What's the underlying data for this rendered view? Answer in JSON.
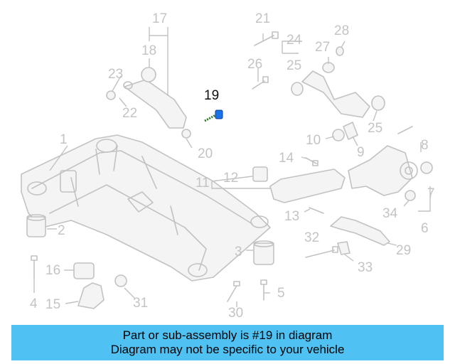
{
  "callouts": {
    "c1": "1",
    "c2": "2",
    "c3": "3",
    "c4": "4",
    "c5": "5",
    "c6": "6",
    "c7": "7",
    "c8": "8",
    "c9": "9",
    "c10": "10",
    "c11": "11",
    "c12": "12",
    "c13": "13",
    "c14": "14",
    "c15": "15",
    "c16": "16",
    "c17": "17",
    "c18": "18",
    "c19": "19",
    "c20": "20",
    "c21": "21",
    "c22": "22",
    "c23": "23",
    "c24": "24",
    "c25a": "25",
    "c25b": "25",
    "c26": "26",
    "c27": "27",
    "c28": "28",
    "c29": "29",
    "c30": "30",
    "c31": "31",
    "c32": "32",
    "c33": "33",
    "c34": "34"
  },
  "highlight": {
    "part": "19",
    "color": "#1a73e8"
  },
  "banner": {
    "line1": "Part or sub-assembly is #19 in diagram",
    "line2": "Diagram may not be specific to your vehicle",
    "background": "#4fc1f2"
  }
}
